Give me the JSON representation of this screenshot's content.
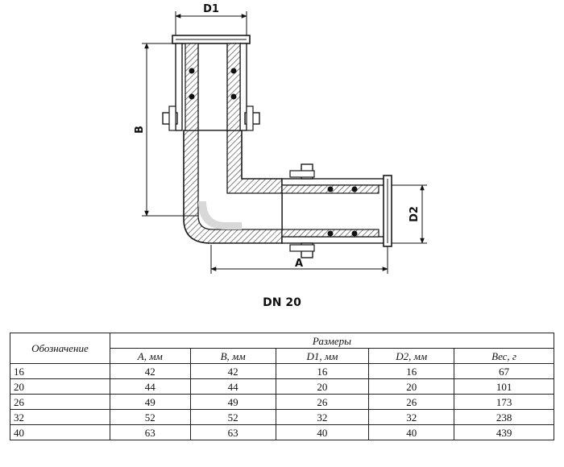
{
  "drawing": {
    "labels": {
      "d1": "D1",
      "d2": "D2",
      "a": "A",
      "b": "B"
    },
    "caption": "DN 20",
    "colors": {
      "line": "#1a1a1a",
      "hatch": "#555555",
      "fill": "#ffffff"
    }
  },
  "table": {
    "header_name": "Обозначение",
    "header_group": "Размеры",
    "columns": [
      "A, мм",
      "B, мм",
      "D1, мм",
      "D2, мм",
      "Вес, г"
    ],
    "rows": [
      {
        "name": "16",
        "values": [
          "42",
          "42",
          "16",
          "16",
          "67"
        ]
      },
      {
        "name": "20",
        "values": [
          "44",
          "44",
          "20",
          "20",
          "101"
        ]
      },
      {
        "name": "26",
        "values": [
          "49",
          "49",
          "26",
          "26",
          "173"
        ]
      },
      {
        "name": "32",
        "values": [
          "52",
          "52",
          "32",
          "32",
          "238"
        ]
      },
      {
        "name": "40",
        "values": [
          "63",
          "63",
          "40",
          "40",
          "439"
        ]
      }
    ]
  }
}
